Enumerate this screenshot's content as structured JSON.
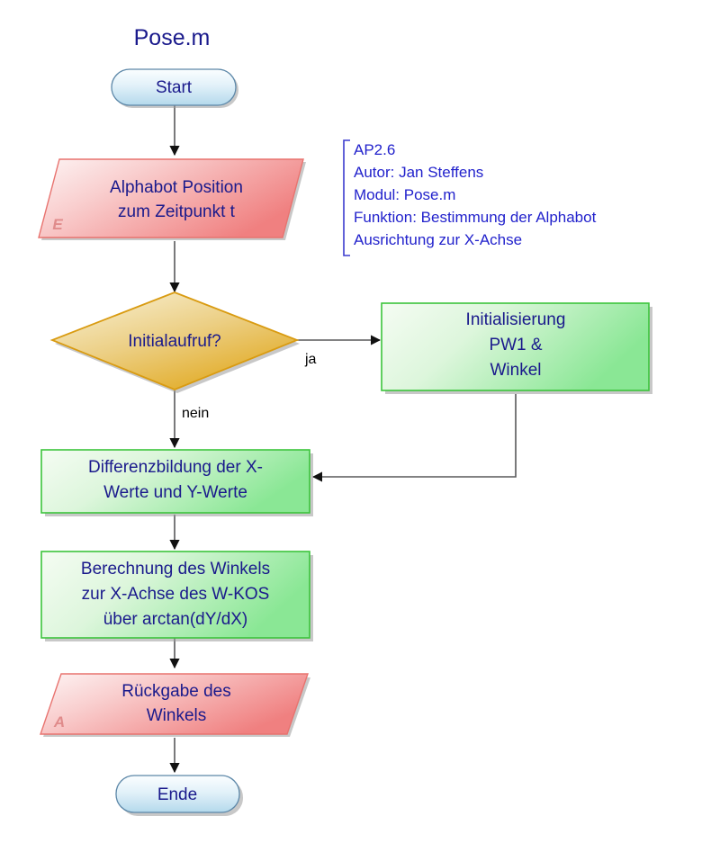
{
  "diagram": {
    "title": "Pose.m",
    "type": "flowchart",
    "language": "de"
  },
  "colors": {
    "text_dark_blue": "#1a1a8c",
    "note_blue": "#2222cc",
    "terminator_fill_light": "#f4fbfe",
    "terminator_fill_dark": "#b9dced",
    "terminator_border": "#5c87a8",
    "io_fill_light": "#fdf2f2",
    "io_fill_dark": "#f08080",
    "io_border": "#e8736f",
    "io_marker": "#e08b8b",
    "process_fill_light": "#f3fbf1",
    "process_fill_dark": "#8ee697",
    "process_border": "#3cc43c",
    "decision_fill_light": "#f6eccb",
    "decision_fill_dark": "#e3a81c",
    "decision_border": "#d99b11",
    "connector": "#58585a",
    "shadow": "#9a9a9a"
  },
  "nodes": {
    "start": {
      "label": "Start",
      "shape": "terminator"
    },
    "input_position": {
      "label_lines": [
        "Alphabot Position",
        "zum Zeitpunkt t"
      ],
      "marker": "E",
      "shape": "parallelogram-input"
    },
    "decision_init": {
      "label": "Initialaufruf?",
      "shape": "diamond"
    },
    "init_process": {
      "label_lines": [
        "Initialisierung",
        "PW1 &",
        "Winkel"
      ],
      "shape": "process"
    },
    "diff_process": {
      "label_lines": [
        "Differenzbildung der X-",
        "Werte und Y-Werte"
      ],
      "shape": "process"
    },
    "angle_process": {
      "label_lines": [
        "Berechnung des Winkels",
        "zur X-Achse des W-KOS",
        "über arctan(dY/dX)"
      ],
      "shape": "process"
    },
    "output_angle": {
      "label_lines": [
        "Rückgabe des",
        "Winkels"
      ],
      "marker": "A",
      "shape": "parallelogram-output"
    },
    "end": {
      "label": "Ende",
      "shape": "terminator"
    }
  },
  "edges": {
    "yes_label": "ja",
    "no_label": "nein"
  },
  "note": {
    "lines": [
      "AP2.6",
      "Autor: Jan Steffens",
      "Modul: Pose.m",
      "Funktion: Bestimmung der Alphabot",
      "Ausrichtung zur X-Achse"
    ]
  }
}
